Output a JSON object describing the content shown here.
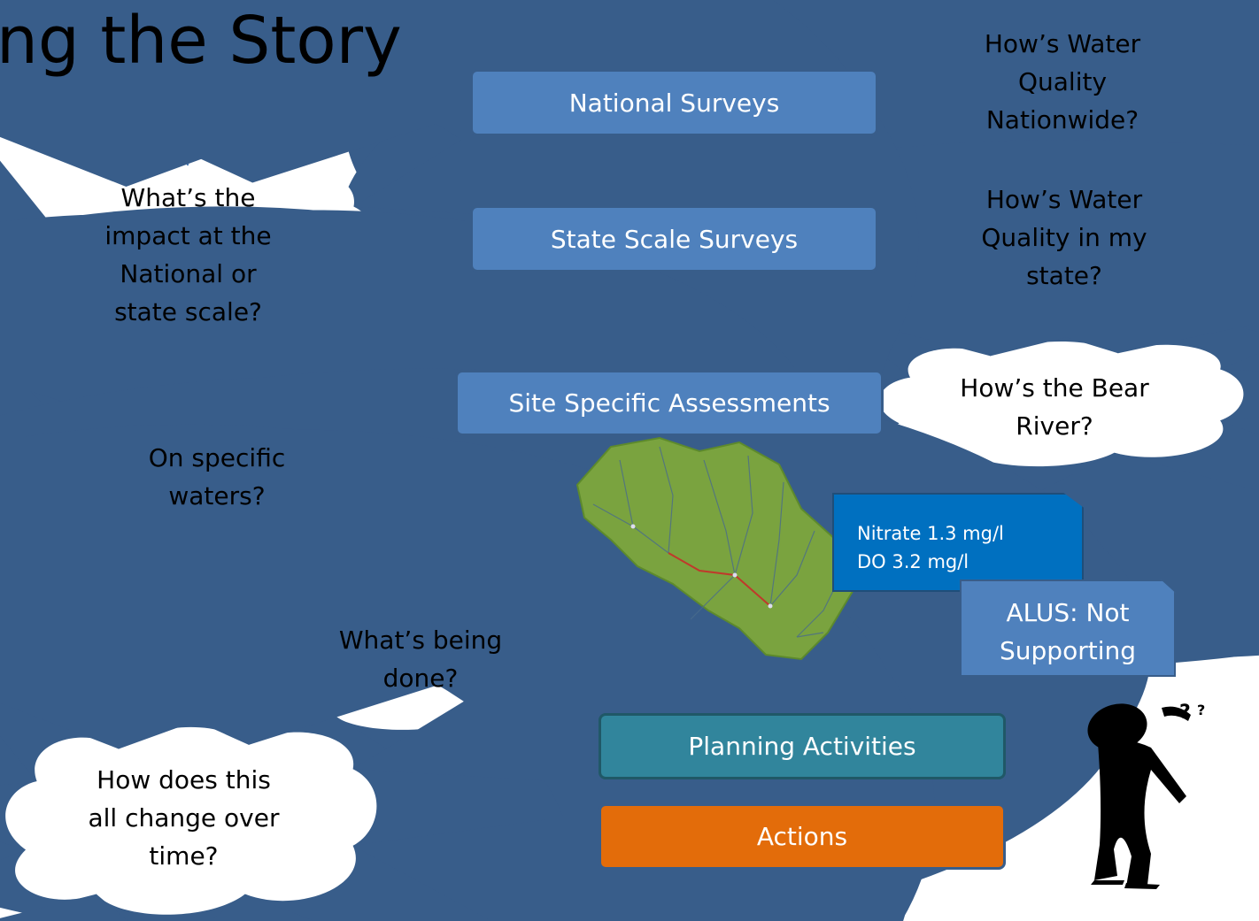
{
  "title": "ng the Story",
  "boxes": {
    "national": "National Surveys",
    "state": "State Scale Surveys",
    "site": "Site Specific Assessments",
    "planning": "Planning Activities",
    "actions": "Actions"
  },
  "clouds": {
    "nationwide": "How’s Water\nQuality\nNationwide?",
    "my_state": "How’s Water\nQuality in my\nstate?",
    "bear_river": "How’s the Bear\nRiver?",
    "impact": "What’s the\nimpact at the\nNational or\nstate scale?",
    "specific": "On specific\nwaters?",
    "being_done": "What’s being\ndone?",
    "change": "How does this\nall change over\ntime?"
  },
  "notes": {
    "nitrate": "Nitrate 1.3 mg/l",
    "do": "DO 3.2 mg/l",
    "alus": [
      "ALUS: Not",
      "Supporting"
    ]
  },
  "colors": {
    "box_blue": "#4f81bd",
    "box_teal": "#31859c",
    "box_orange": "#e36c0a",
    "note_blue": "#0070c0",
    "connector": "#4f81bd",
    "watershed": "#7aa33f"
  },
  "icons": [
    "watershed-map-image",
    "thinking-person-icon"
  ]
}
